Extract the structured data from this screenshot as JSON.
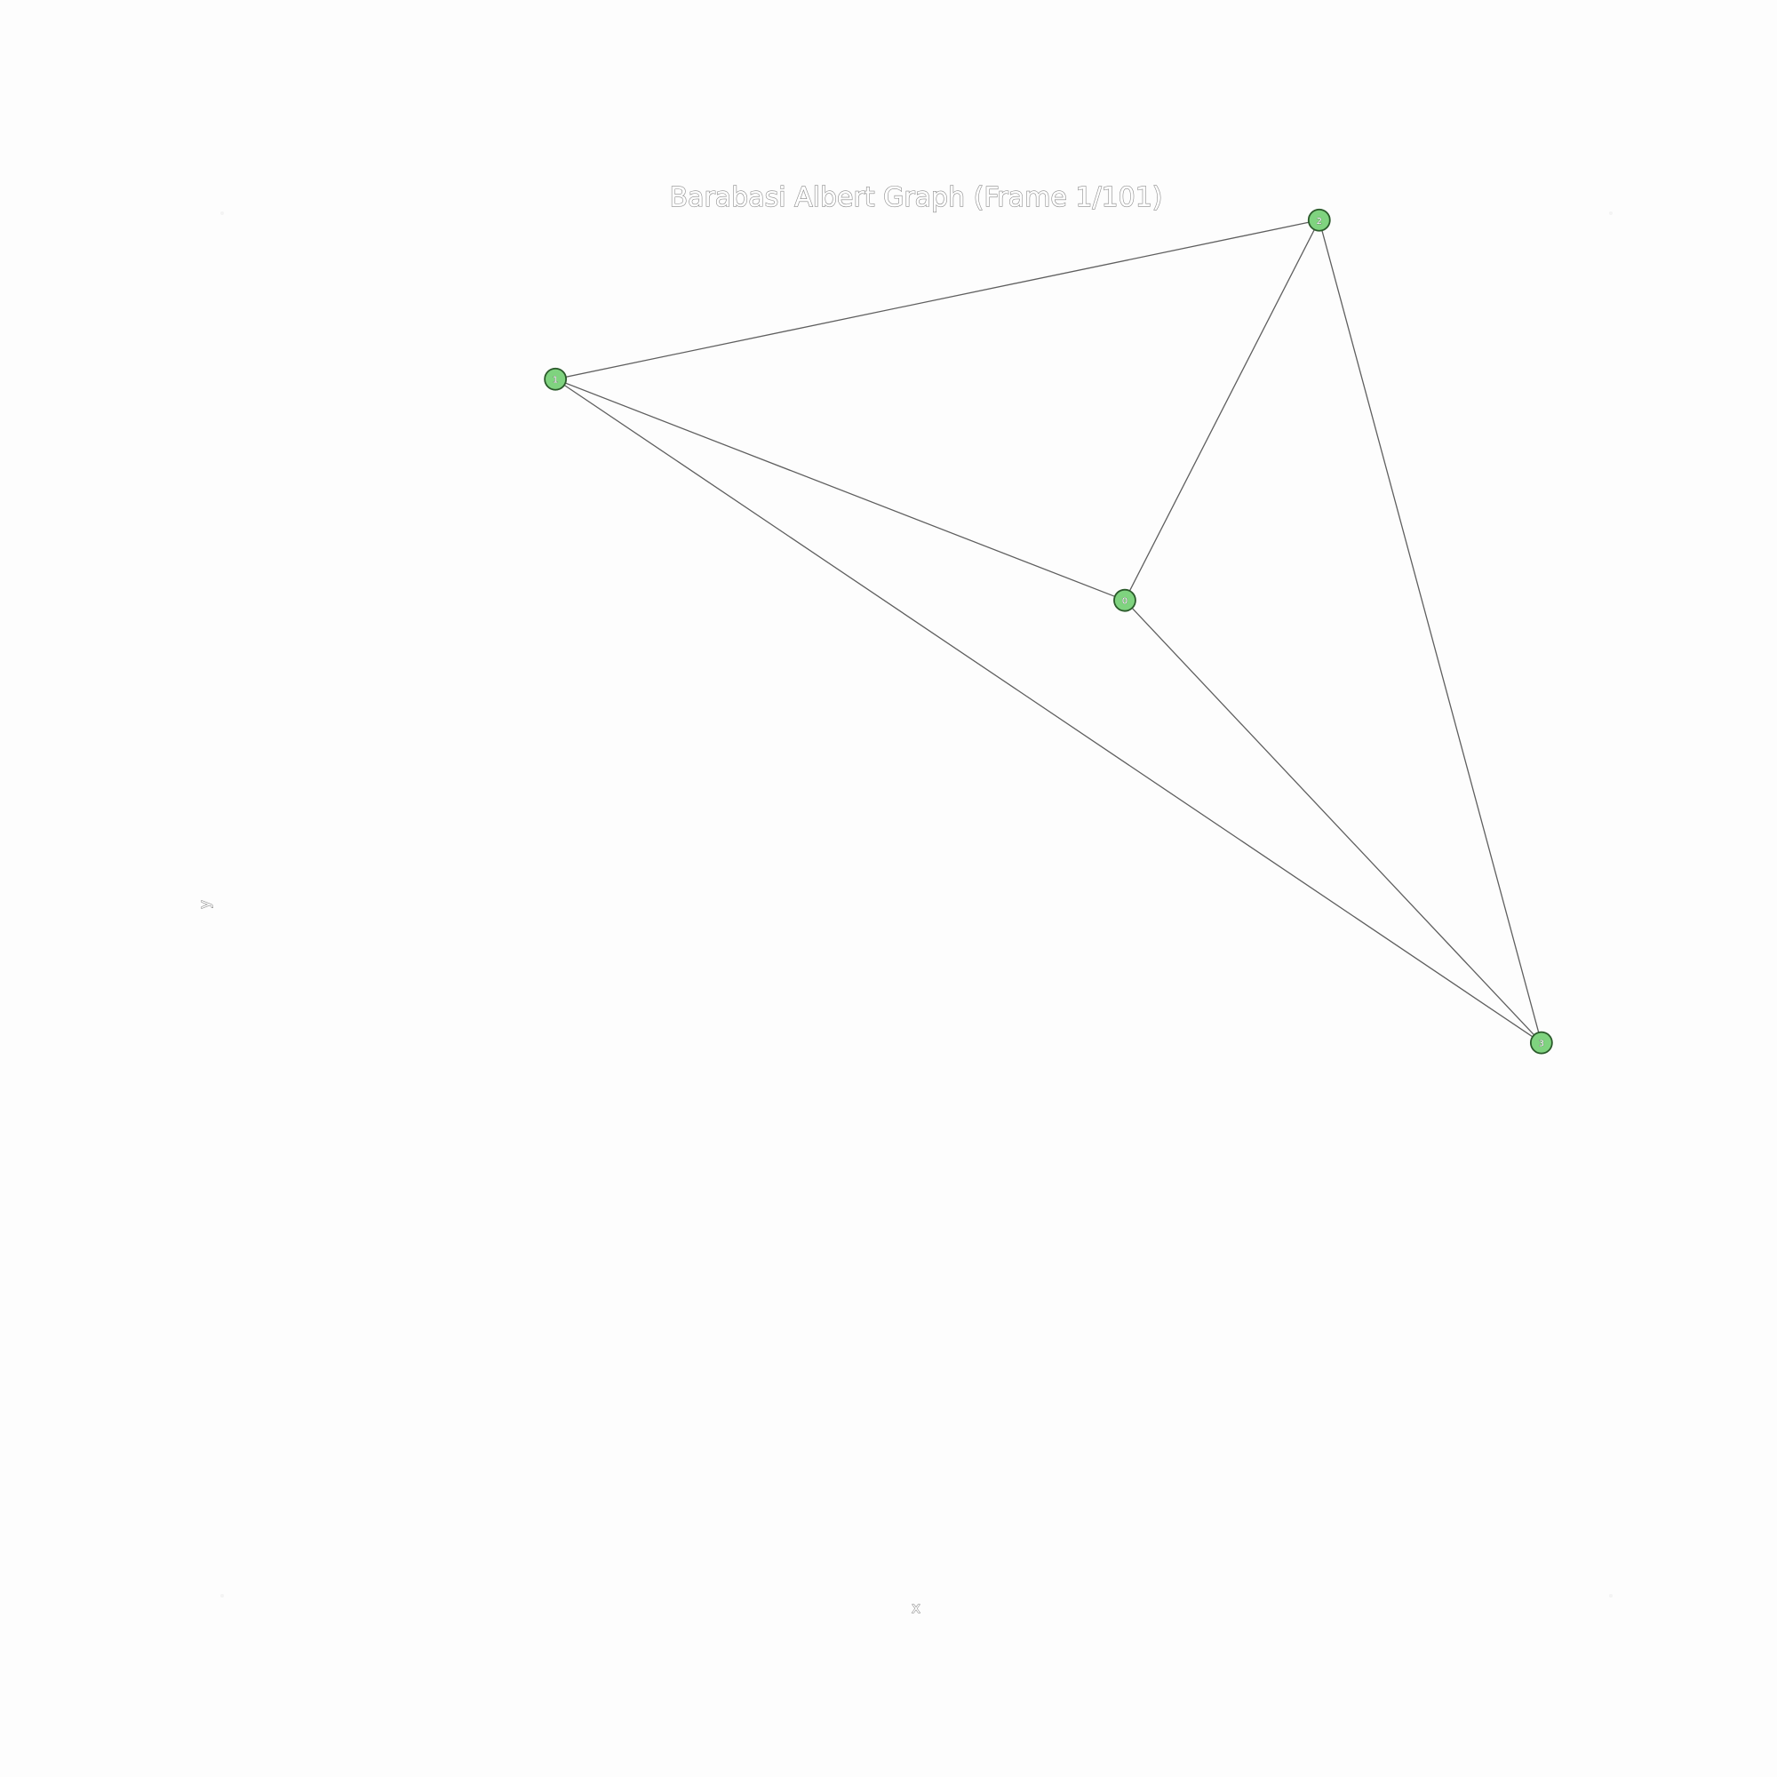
{
  "chart_data": {
    "type": "network",
    "title": "Barabasi Albert Graph (Frame 1/101)",
    "xlabel": "x",
    "ylabel": "y",
    "xlim": [
      0,
      1
    ],
    "ylim": [
      0,
      1
    ],
    "grid": false,
    "node_color": "#7fd37f",
    "node_outline_color": "#2b5a2b",
    "edge_color": "#5f5f5f",
    "nodes": [
      {
        "id": "0",
        "label": "0",
        "x": 0.65,
        "y": 0.72
      },
      {
        "id": "1",
        "label": "1",
        "x": 0.24,
        "y": 0.88
      },
      {
        "id": "2",
        "label": "2",
        "x": 0.79,
        "y": 0.995
      },
      {
        "id": "3",
        "label": "3",
        "x": 0.95,
        "y": 0.4
      }
    ],
    "edges": [
      [
        "0",
        "1"
      ],
      [
        "0",
        "2"
      ],
      [
        "0",
        "3"
      ],
      [
        "1",
        "2"
      ],
      [
        "1",
        "3"
      ],
      [
        "2",
        "3"
      ]
    ]
  }
}
